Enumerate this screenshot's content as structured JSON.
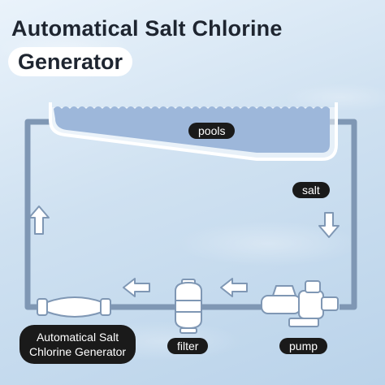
{
  "title": {
    "line1": "Automatical Salt Chlorine",
    "line2": "Generator"
  },
  "labels": {
    "pools": "pools",
    "salt": "salt",
    "pump": "pump",
    "filter": "filter",
    "generator_line1": "Automatical Salt",
    "generator_line2": "Chlorine Generator"
  },
  "colors": {
    "pipe": "#7f97b4",
    "water": "#9db7da",
    "outline": "#ffffff",
    "tag_bg": "#1a1a1a"
  },
  "icons": [
    "arrow-up-icon",
    "arrow-down-icon",
    "arrow-left-icon",
    "pool-basin-icon",
    "pump-icon",
    "filter-tank-icon",
    "generator-cell-icon"
  ]
}
